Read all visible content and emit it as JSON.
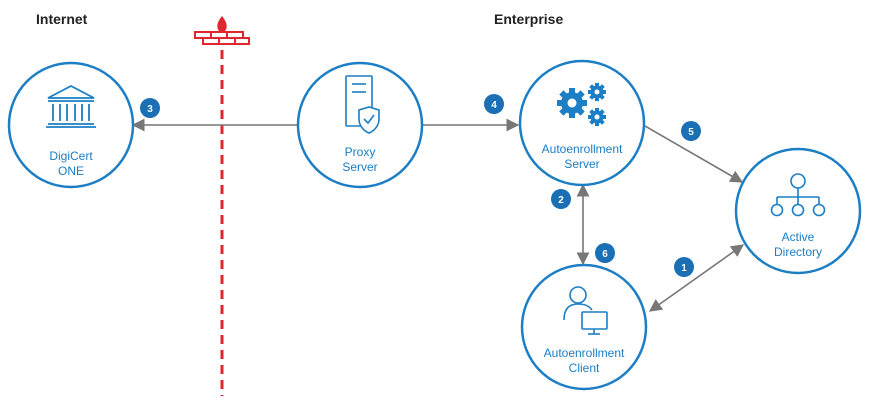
{
  "zones": {
    "internet": "Internet",
    "enterprise": "Enterprise"
  },
  "nodes": {
    "digicert": {
      "line1": "DigiCert",
      "line2": "ONE",
      "icon": "bank-building-icon"
    },
    "proxy": {
      "line1": "Proxy",
      "line2": "Server",
      "icon": "server-shield-icon"
    },
    "ae_server": {
      "line1": "Autoenrollment",
      "line2": "Server",
      "icon": "gears-icon"
    },
    "active_directory": {
      "line1": "Active",
      "line2": "Directory",
      "icon": "org-tree-icon"
    },
    "ae_client": {
      "line1": "Autoenrollment",
      "line2": "Client",
      "icon": "user-computer-icon"
    }
  },
  "steps": [
    "1",
    "2",
    "3",
    "4",
    "5",
    "6"
  ],
  "colors": {
    "node_blue": "#1c7ec4",
    "badge_blue": "#1a6fb5",
    "arrow_gray": "#777777",
    "firewall_red": "#e0262f"
  }
}
